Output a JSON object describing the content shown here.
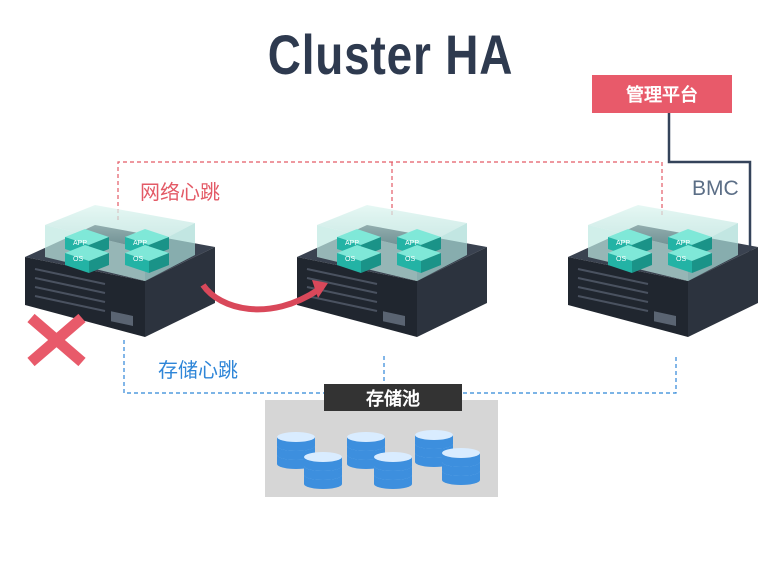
{
  "title": "Cluster HA",
  "management_platform": "管理平台",
  "bmc_label": "BMC",
  "network_heartbeat": "网络心跳",
  "storage_heartbeat": "存储心跳",
  "storage_pool": "存储池",
  "server_labels": {
    "app": "APP",
    "os": "OS"
  },
  "colors": {
    "title": "#2e3a4f",
    "network": "#e35a66",
    "storage": "#2f86d8",
    "mgmt": "#e85a6a",
    "bmc": "#34435a",
    "fail": "#e85a6a"
  }
}
